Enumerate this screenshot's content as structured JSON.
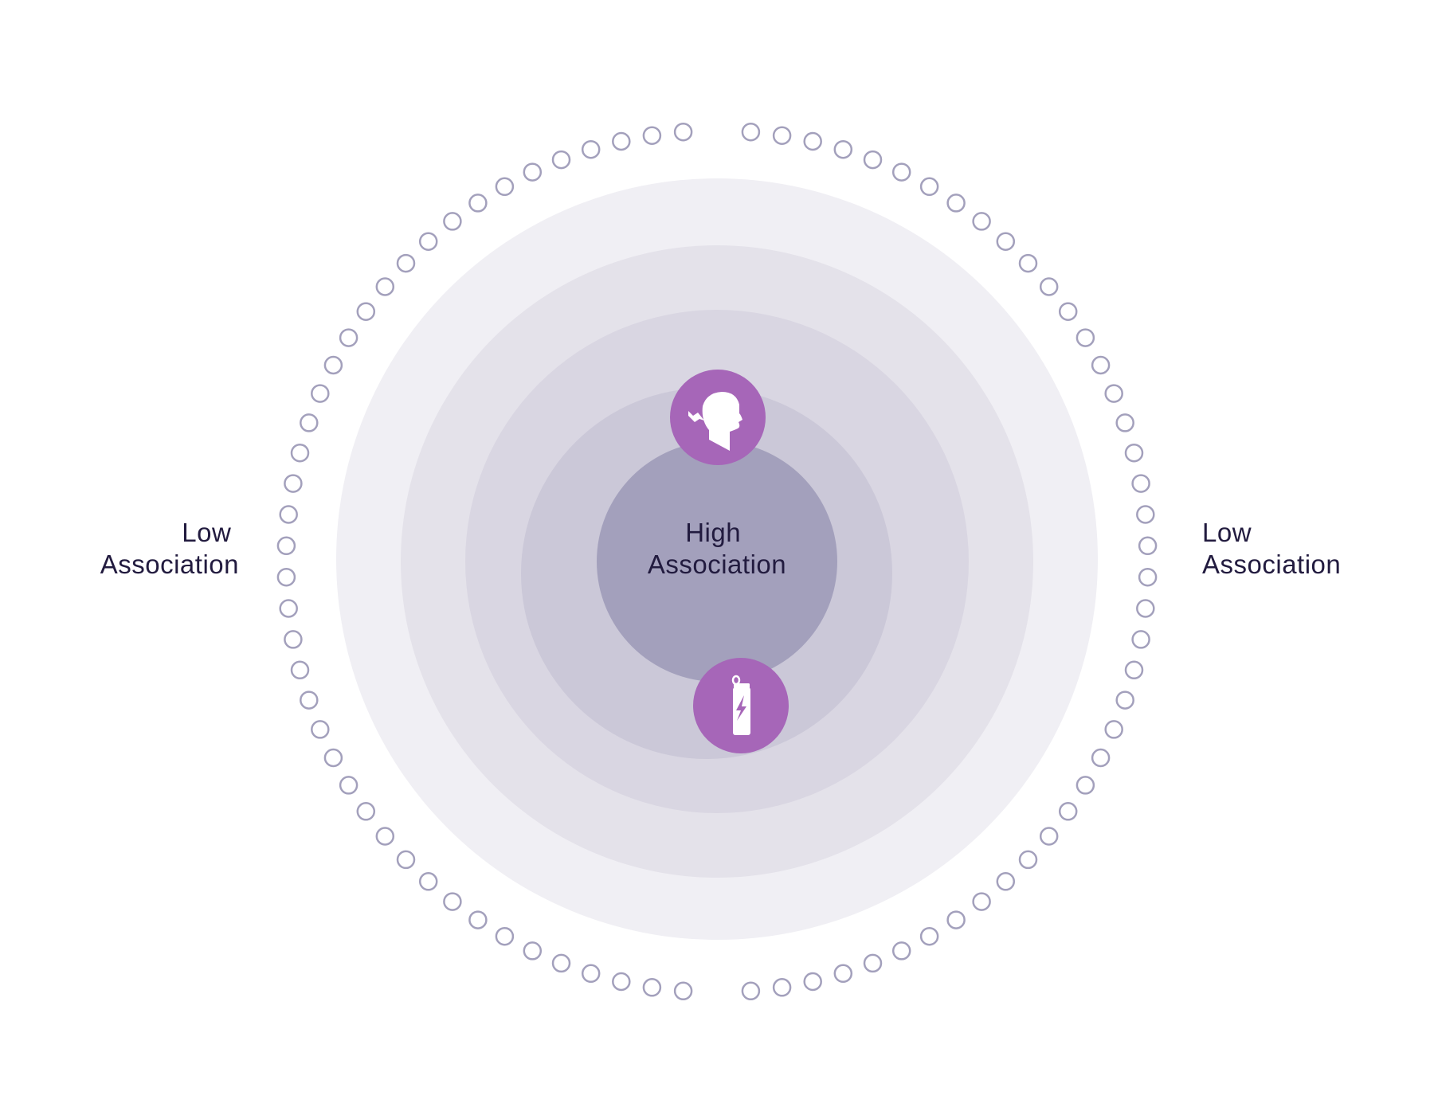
{
  "labels": {
    "center_line1": "High",
    "center_line2": "Association",
    "left_line1": "Low",
    "left_line2": "Association",
    "right_line1": "Low",
    "right_line2": "Association"
  },
  "colors": {
    "ring_1": "#f0eff4",
    "ring_2": "#e4e2ea",
    "ring_3": "#d9d6e2",
    "ring_4": "#cbc8d8",
    "core": "#a3a0bc",
    "dot_stroke": "#a3a0bc",
    "icon_fill": "#a666b8",
    "text": "#221b3f"
  },
  "icons": {
    "top": "person-head-sound-icon",
    "bottom": "energy-drink-can-icon"
  }
}
